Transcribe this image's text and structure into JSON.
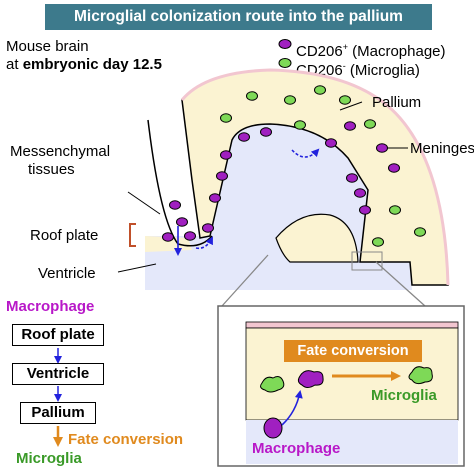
{
  "title": "Microglial colonization route into the pallium",
  "subtitle": {
    "line1": "Mouse brain",
    "line2_prefix": "at ",
    "line2_bold": "embryonic day 12.5"
  },
  "legend": {
    "macrophage": {
      "base": "CD206",
      "sup": "+",
      "suffix": " (Macrophage)"
    },
    "microglia": {
      "base": "CD206",
      "sup": "-",
      "suffix": " (Microglia)"
    }
  },
  "labels": {
    "pallium": "Pallium",
    "meninges": "Meninges",
    "mesenchymal_line1": "Messenchymal",
    "mesenchymal_line2": "tissues",
    "roof_plate": "Roof plate",
    "ventricle": "Ventricle"
  },
  "flow": {
    "header": "Macrophage",
    "steps": [
      "Roof plate",
      "Ventricle",
      "Pallium"
    ],
    "conversion": "Fate conversion",
    "result": "Microglia"
  },
  "inset": {
    "fate_conversion": "Fate conversion",
    "microglia": "Microglia",
    "macrophage": "Macrophage"
  },
  "colors": {
    "banner": "#3d7a8c",
    "macrophage": "#a020c0",
    "microglia": "#7ed957",
    "tissue": "#fbf3d2",
    "ventricle": "#e4e8fa",
    "meninges": "#f2c6d0",
    "fate_arrow": "#e08a1e",
    "route_arrow": "#2222dd"
  }
}
